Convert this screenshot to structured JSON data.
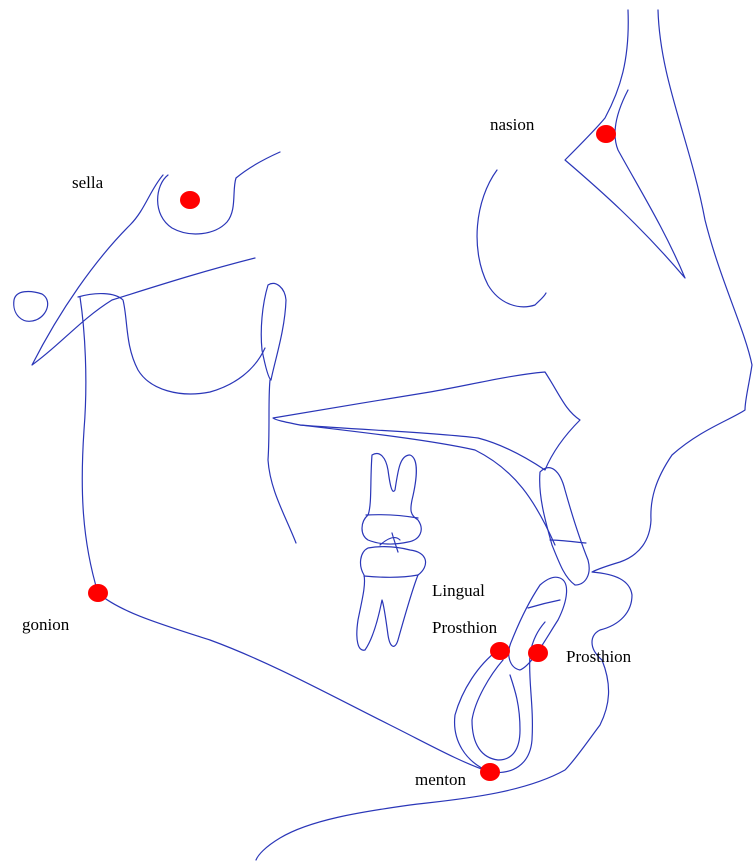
{
  "landmarks": [
    {
      "key": "sella",
      "label": "sella",
      "color": "#ff0000"
    },
    {
      "key": "nasion",
      "label": "nasion",
      "color": "#ff0000"
    },
    {
      "key": "gonion",
      "label": "gonion",
      "color": "#ff0000"
    },
    {
      "key": "lingual_prosthion",
      "label": "Lingual\nProsthion",
      "color": "#ff0000"
    },
    {
      "key": "prosthion",
      "label": "Prosthion",
      "color": "#ff0000"
    },
    {
      "key": "menton",
      "label": "menton",
      "color": "#ff0000"
    }
  ],
  "labels": {
    "sella": "sella",
    "nasion": "nasion",
    "gonion": "gonion",
    "lingual": "Lingual",
    "lingual_prosthion": "Prosthion",
    "prosthion": "Prosthion",
    "menton": "menton"
  },
  "colors": {
    "tracing": "#2a36b8",
    "landmark": "#ff0000",
    "text": "#000000"
  }
}
